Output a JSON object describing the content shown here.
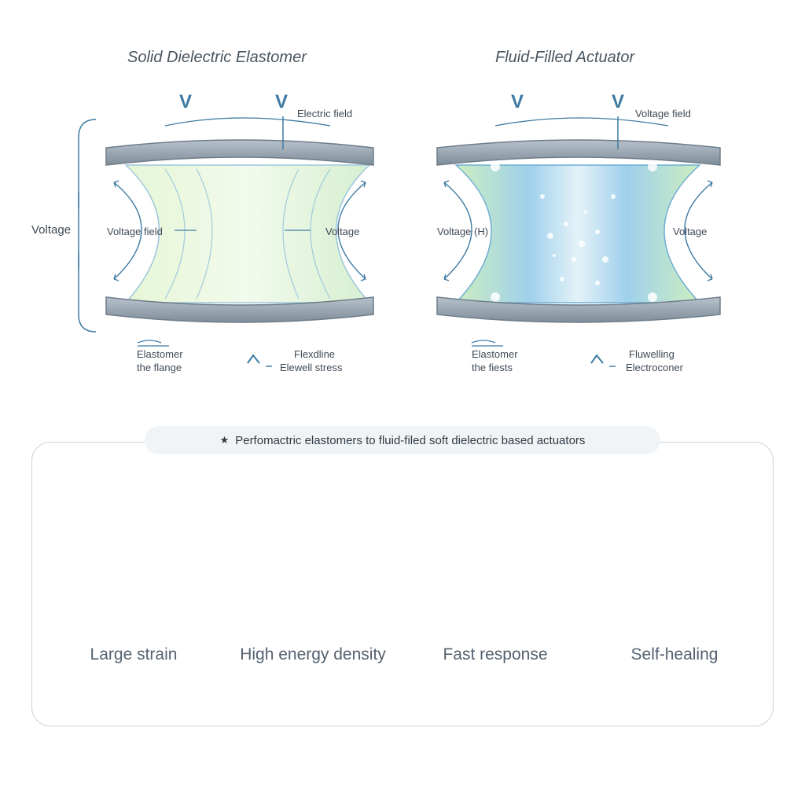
{
  "panels": [
    {
      "title": "Solid Dielectric Elastomer",
      "v_marks": [
        "V",
        "V"
      ],
      "top_label": "Electric field",
      "side_outer_label": "Voltage",
      "left_inner_label": "Voltage field",
      "right_inner_label": "Voltage",
      "bottom_left_label": [
        "Elastomer",
        "the flange"
      ],
      "bottom_right_label": [
        "Flexdline",
        "Elewell stress"
      ]
    },
    {
      "title": "Fluid-Filled Actuator",
      "v_marks": [
        "V",
        "V"
      ],
      "top_label": "Voltage field",
      "left_inner_label": "Voltage (H)",
      "right_inner_label": "Voltage",
      "bottom_left_label": [
        "Elastomer",
        "the fiests"
      ],
      "bottom_right_label": [
        "Fluwelling",
        "Electroconer"
      ]
    }
  ],
  "banner": {
    "icon": "star-badge-icon",
    "text": "Perfomactric elastomers to fluid-filed soft dielectric based actuators"
  },
  "features": [
    {
      "label": "Large strain",
      "icon": "stretched-membrane-icon"
    },
    {
      "label": "High energy density",
      "icon": "battery-icon"
    },
    {
      "label": "Fast response",
      "icon": "stopwatch-icon"
    },
    {
      "label": "Self-healing",
      "icon": "bandage-icon"
    }
  ],
  "colors": {
    "accent": "#3e7aa3",
    "electrode": "#8c9aa6",
    "fill_green": "#d9f2c4",
    "fill_blue": "#a9d3ec"
  }
}
